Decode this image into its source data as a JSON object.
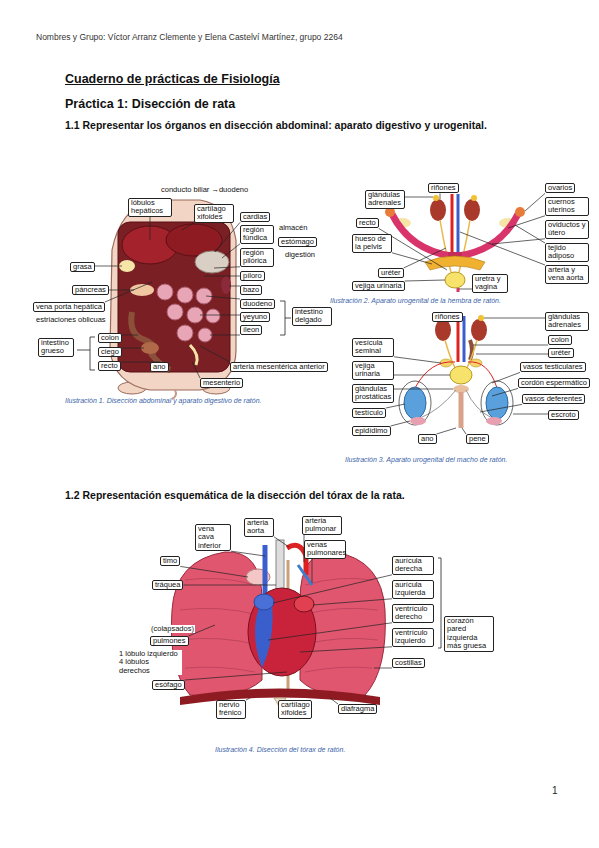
{
  "diagram": {
    "title": "Cuaderno de prácticas de Fisiología",
    "nodes": [
      {
        "text": [
          "lóbulos hepáticos"
        ]
      },
      {
        "text": [
          "cartílago xifoides"
        ]
      },
      {
        "text": [
          "cardias"
        ]
      },
      {
        "text": [
          "región fúndica"
        ]
      },
      {
        "text": [
          "estómago"
        ]
      },
      {
        "text": [
          "región pilórica"
        ]
      },
      {
        "text": [
          "píloro"
        ]
      },
      {
        "text": [
          "bazo"
        ]
      },
      {
        "text": [
          "duodeno"
        ]
      },
      {
        "text": [
          "yeyuno"
        ]
      },
      {
        "text": [
          "íleon"
        ]
      },
      {
        "text": [
          "intestino delgado"
        ]
      },
      {
        "text": [
          "grasa"
        ]
      },
      {
        "text": [
          "páncreas"
        ]
      },
      {
        "text": [
          "vena porta hepática"
        ]
      },
      {
        "text": [
          "intestino grueso"
        ]
      },
      {
        "text": [
          "colon"
        ]
      },
      {
        "text": [
          "ciego"
        ]
      },
      {
        "text": [
          "recto"
        ]
      },
      {
        "text": [
          "ano"
        ]
      },
      {
        "text": [
          "arteria mesentérica anterior"
        ]
      },
      {
        "text": [
          "mesenterio"
        ]
      },
      {
        "text": [
          "glándulas adrenales"
        ]
      },
      {
        "text": [
          "riñones"
        ]
      },
      {
        "text": [
          "ovarios"
        ]
      },
      {
        "text": [
          "cuernos uterinos"
        ]
      },
      {
        "text": [
          "oviductos y útero"
        ]
      },
      {
        "text": [
          "tejido adiposo"
        ]
      },
      {
        "text": [
          "arteria y vena aorta"
        ]
      },
      {
        "text": [
          "recto"
        ]
      },
      {
        "text": [
          "hueso de la pelvis"
        ]
      },
      {
        "text": [
          "uréter"
        ]
      },
      {
        "text": [
          "vejiga urinaria"
        ]
      },
      {
        "text": [
          "uretra y vagina"
        ]
      },
      {
        "text": [
          "riñones"
        ]
      },
      {
        "text": [
          "glándulas adrenales"
        ]
      },
      {
        "text": [
          "vesícula seminal"
        ]
      },
      {
        "text": [
          "colon"
        ]
      },
      {
        "text": [
          "uréter"
        ]
      },
      {
        "text": [
          "vasos testiculares"
        ]
      },
      {
        "text": [
          "vejiga urinaria"
        ]
      },
      {
        "text": [
          "cordón espermático"
        ]
      },
      {
        "text": [
          "glándulas prostáticas"
        ]
      },
      {
        "text": [
          "vasos deferentes"
        ]
      },
      {
        "text": [
          "testículo"
        ]
      },
      {
        "text": [
          "escroto"
        ]
      },
      {
        "text": [
          "epidídimo"
        ]
      },
      {
        "text": [
          "ano"
        ]
      },
      {
        "text": [
          "pene"
        ]
      },
      {
        "text": [
          "vena cava inferior"
        ]
      },
      {
        "text": [
          "arteria aorta"
        ]
      },
      {
        "text": [
          "arteria pulmonar"
        ]
      },
      {
        "text": [
          "venas pulmonares"
        ]
      },
      {
        "text": [
          "timo"
        ]
      },
      {
        "text": [
          "tráquea"
        ]
      },
      {
        "text": [
          "aurícula derecha"
        ]
      },
      {
        "text": [
          "aurícula izquierda"
        ]
      },
      {
        "text": [
          "ventrículo derecho"
        ]
      },
      {
        "text": [
          "ventrículo izquierdo"
        ]
      },
      {
        "text": [
          "corazón",
          "pared izquierda más gruesa"
        ]
      },
      {
        "text": [
          "pulmones"
        ]
      },
      {
        "text": [
          "costillas"
        ]
      },
      {
        "text": [
          "esófago"
        ]
      },
      {
        "text": [
          "nervio frénico"
        ]
      },
      {
        "text": [
          "cartílago xifoides"
        ]
      },
      {
        "text": [
          "diafragma"
        ]
      }
    ],
    "labels": [
      "Nombres y Grupo: Víctor Arranz Clemente y Elena Castelví Martínez, grupo 2264",
      "Práctica 1: Disección de rata",
      "1.1 Representar los órganos en disección abdominal: aparato digestivo y urogenital.",
      "conducto biliar →duodeno",
      "almacén",
      "digestión",
      "estriaciones oblicuas",
      "Ilustración 1. Disección abdominal y aparato digestivo de ratón.",
      "Ilustración 2. Aparato urogenital de la hembra de ratón.",
      "Ilustración 3. Aparato urogenital del macho de ratón.",
      "1.2 Representación esquemática de la disección del tórax de la rata.",
      "(colapsados)",
      "1 lóbulo izquierdo 4 lóbulos derechos",
      "Ilustración 4. Disección del tórax de ratón.",
      "1"
    ]
  }
}
